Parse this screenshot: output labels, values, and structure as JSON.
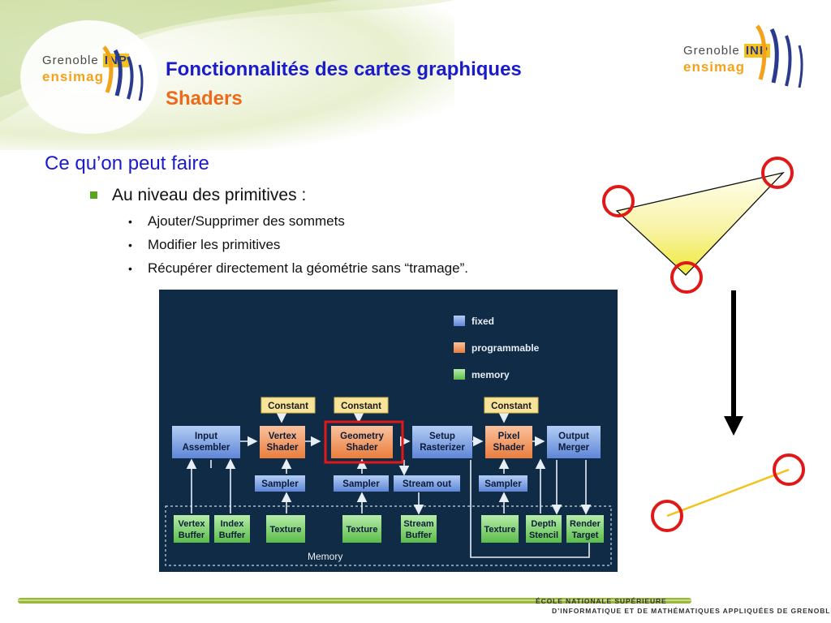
{
  "logo": {
    "word1": "Grenoble",
    "word2": "INP",
    "word3": "ensimag"
  },
  "title": {
    "line1": "Fonctionnalités des cartes graphiques",
    "line2": "Shaders"
  },
  "content": {
    "heading": "Ce qu’on peut faire",
    "level1": "Au niveau des primitives :",
    "level2": [
      "Ajouter/Supprimer des sommets",
      "Modifier les primitives",
      "Récupérer directement la géométrie sans “tramage”."
    ]
  },
  "pipeline": {
    "legend": {
      "fixed": "fixed",
      "programmable": "programmable",
      "memory": "memory"
    },
    "constant": "Constant",
    "stages": {
      "input_assembler": [
        "Input",
        "Assembler"
      ],
      "vertex_shader": [
        "Vertex",
        "Shader"
      ],
      "geometry_shader": [
        "Geometry",
        "Shader"
      ],
      "setup_rasterizer": [
        "Setup",
        "Rasterizer"
      ],
      "pixel_shader": [
        "Pixel",
        "Shader"
      ],
      "output_merger": [
        "Output",
        "Merger"
      ]
    },
    "sampler": "Sampler",
    "stream_out": "Stream out",
    "memory_label": "Memory",
    "buffers": {
      "vertex_buffer": [
        "Vertex",
        "Buffer"
      ],
      "index_buffer": [
        "Index",
        "Buffer"
      ],
      "texture": "Texture",
      "stream_buffer": [
        "Stream",
        "Buffer"
      ],
      "depth_stencil": [
        "Depth",
        "Stencil"
      ],
      "render_target": [
        "Render",
        "Target"
      ]
    }
  },
  "footer": {
    "line1": "ÉCOLE NATIONALE SUPÉRIEURE",
    "line2": "D’INFORMATIQUE ET DE MATHÉMATIQUES APPLIQUÉES DE GRENOBLE"
  },
  "colors": {
    "title_blue": "#1b1bcc",
    "subtitle_orange": "#ee6a1a",
    "bullet_green": "#5aa51e",
    "diagram_bg": "#0f2b45",
    "fixed": "#7fa3e6",
    "programmable": "#f2945a",
    "memory": "#7dd36a",
    "constant": "#f8e39a",
    "highlight_red": "#e01818"
  }
}
